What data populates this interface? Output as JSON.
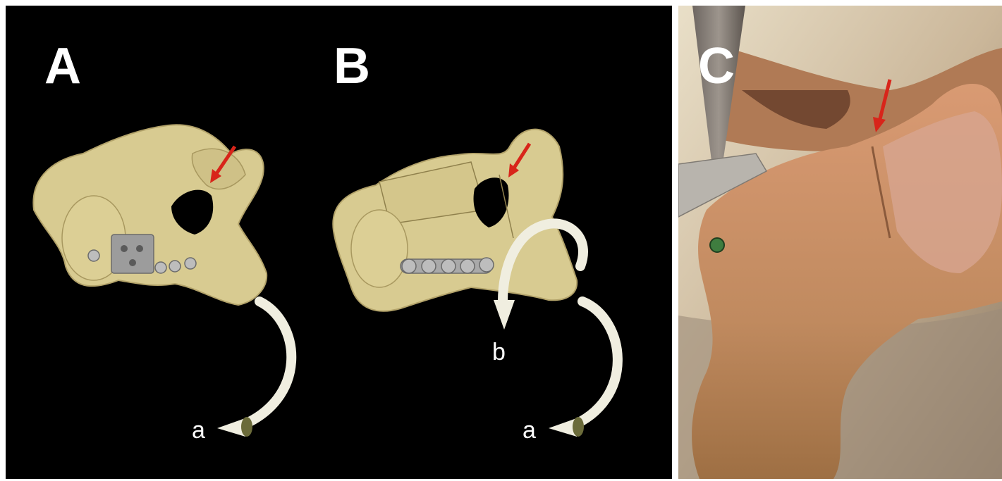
{
  "panels": {
    "a": {
      "letter": "A",
      "rotation_label": "a"
    },
    "b": {
      "letter": "B",
      "rotation_label_b": "b",
      "rotation_label_a": "a"
    },
    "c": {
      "letter": "C"
    }
  },
  "colors": {
    "background": "#000000",
    "bone": "#d8cb91",
    "bone_outline": "#b3a36a",
    "indicator_arrow": "#d8251a",
    "rotation_arrow": "#f0eee0",
    "implant": "#a9a9a9",
    "specimen": "#c98a5f"
  }
}
